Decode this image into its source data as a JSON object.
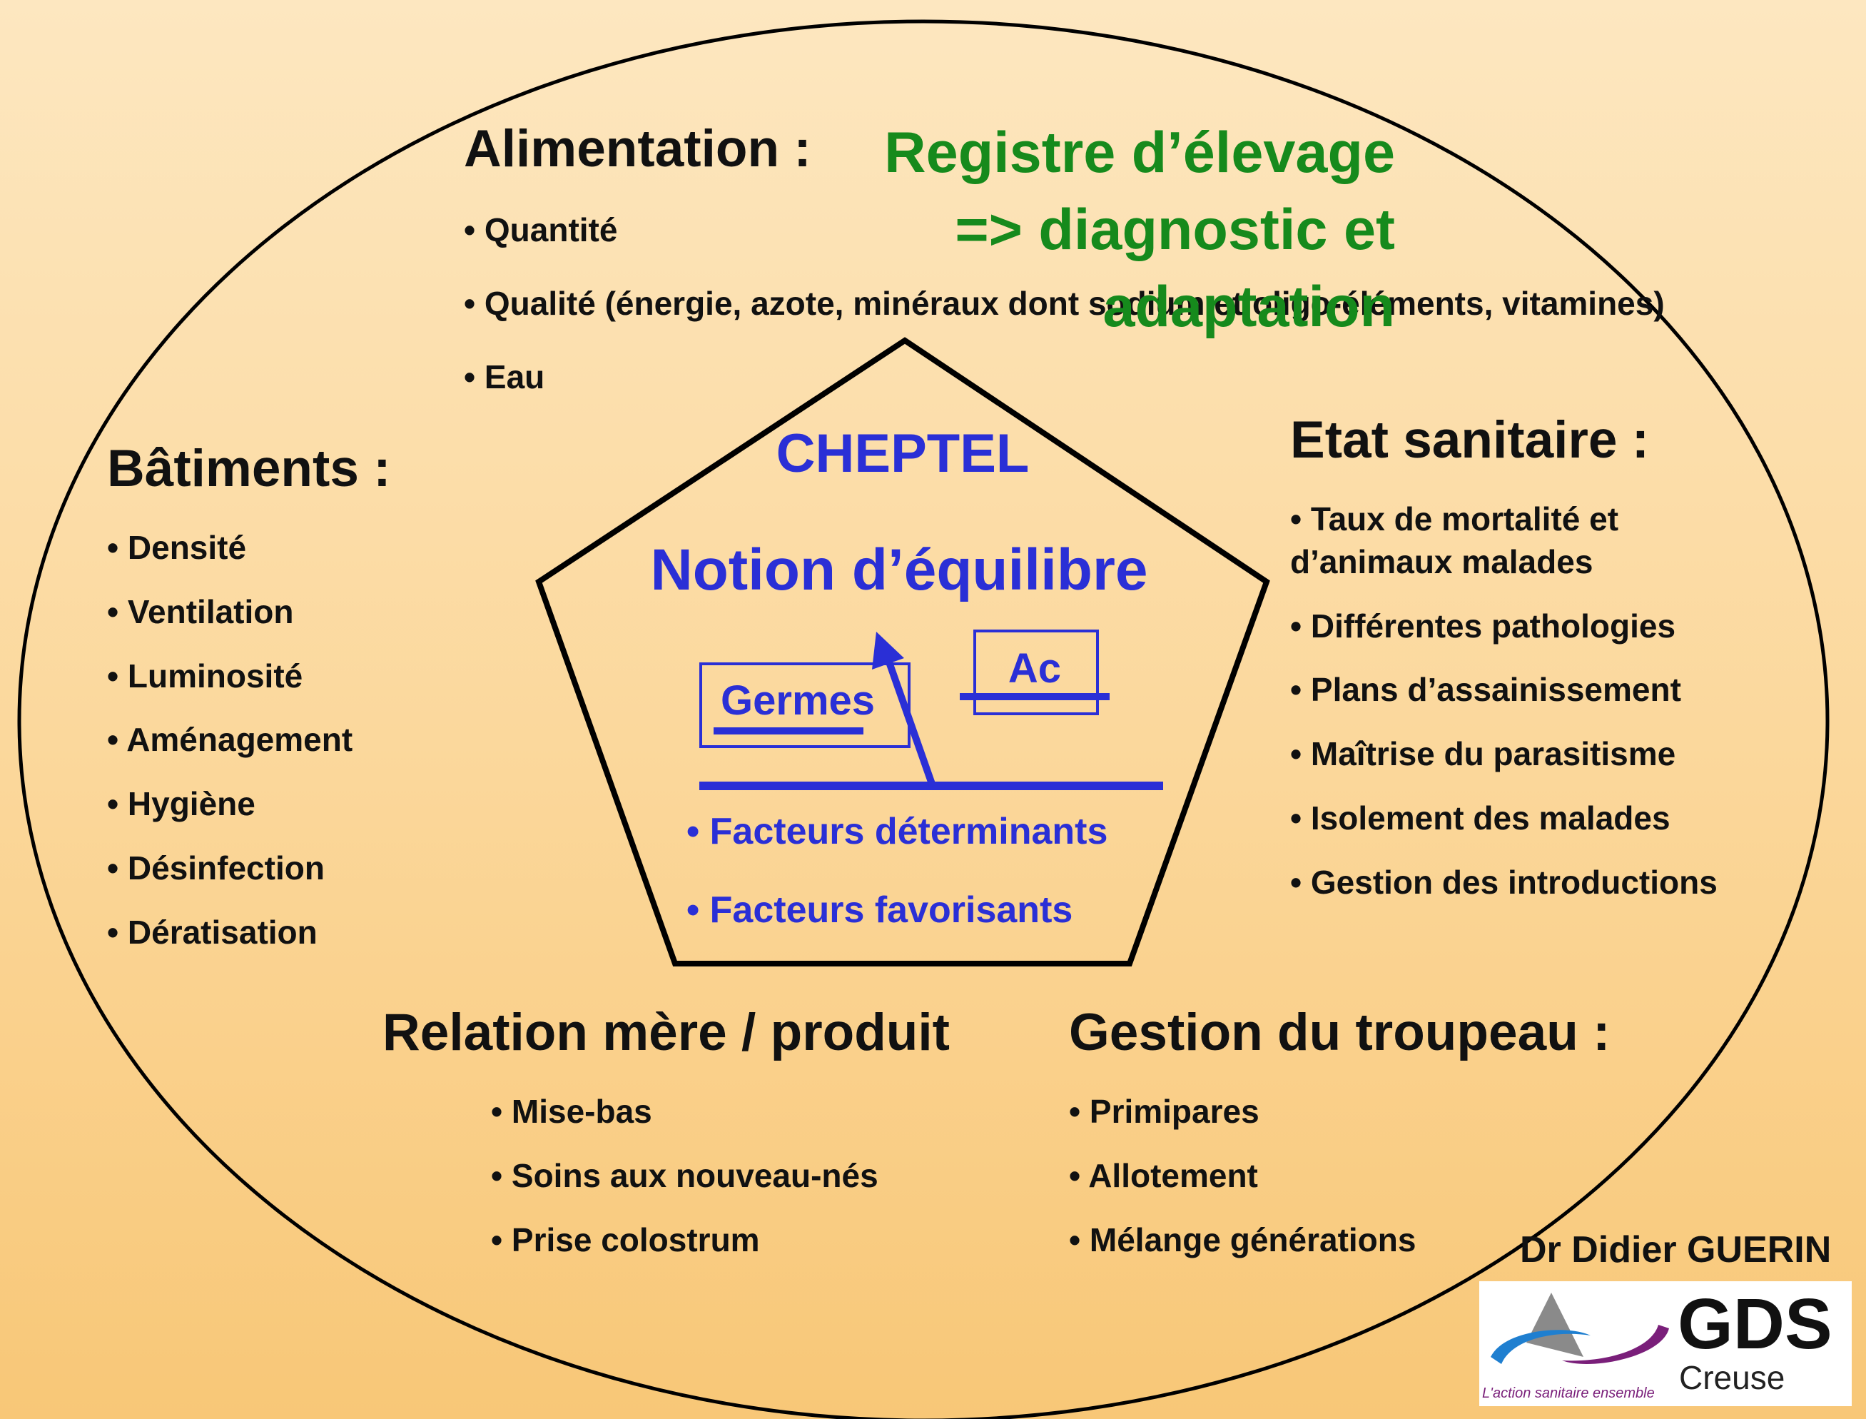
{
  "colors": {
    "green": "#168a1c",
    "blue": "#2a2fd6",
    "black": "#111111"
  },
  "alimentation": {
    "title": "Alimentation :",
    "items": [
      "Quantité",
      "Qualité (énergie, azote, minéraux dont sodium et oligo-éléments, vitamines)",
      "Eau"
    ]
  },
  "registre": {
    "line1": "Registre d’élevage",
    "line2": "=> diagnostic et",
    "line3": "adaptation"
  },
  "batiments": {
    "title": "Bâtiments :",
    "items": [
      "Densité",
      "Ventilation",
      "Luminosité",
      "Aménagement",
      "Hygiène",
      "Désinfection",
      "Dératisation"
    ]
  },
  "etat_sanitaire": {
    "title": "Etat sanitaire :",
    "items": [
      "Taux de mortalité et d’animaux malades",
      "Différentes pathologies",
      "Plans d’assainissement",
      "Maîtrise du parasitisme",
      "Isolement des malades",
      "Gestion des introductions"
    ]
  },
  "center": {
    "title": "CHEPTEL",
    "subtitle": "Notion d’équilibre",
    "germes_label": "Germes",
    "ac_label": "Ac",
    "items": [
      "Facteurs déterminants",
      "Facteurs favorisants"
    ]
  },
  "relation": {
    "title": "Relation mère / produit",
    "items": [
      "Mise-bas",
      "Soins aux nouveau-nés",
      "Prise colostrum"
    ]
  },
  "gestion": {
    "title": "Gestion du troupeau :",
    "items": [
      "Primipares",
      "Allotement",
      "Mélange générations"
    ]
  },
  "author": "Dr Didier GUERIN",
  "logo": {
    "name": "GDS",
    "region": "Creuse",
    "tagline": "L'action sanitaire ensemble"
  }
}
